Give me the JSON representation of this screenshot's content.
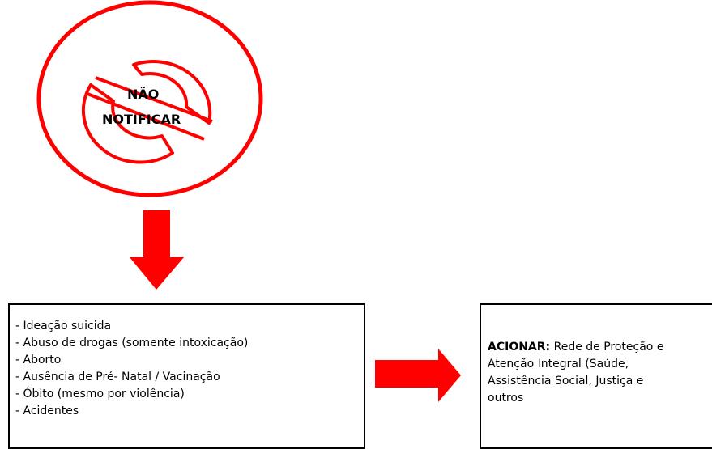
{
  "sign": {
    "line1": "NÃO",
    "line2": "NOTIFICAR",
    "color": "#ff0000"
  },
  "left_box": {
    "items": [
      "- Ideação suicida",
      "- Abuso de drogas (somente intoxicação)",
      "- Aborto",
      "- Ausência de Pré- Natal / Vacinação",
      "- Óbito (mesmo por violência)",
      "- Acidentes"
    ]
  },
  "right_box": {
    "bold_label": "ACIONAR:",
    "line1_rest": " Rede de Proteção e",
    "line2": "Atenção Integral (Saúde,",
    "line3": "Assistência Social, Justiça e",
    "line4": "outros"
  },
  "colors": {
    "arrow": "#ff0000",
    "box_border": "#000000"
  }
}
